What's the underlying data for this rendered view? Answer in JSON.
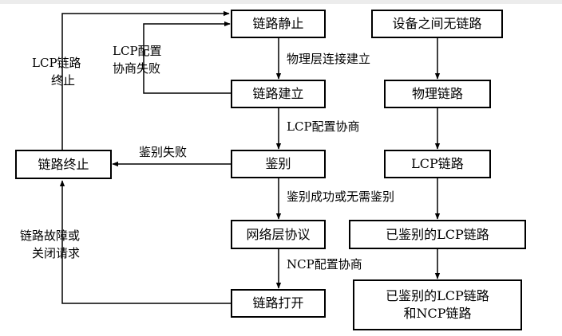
{
  "nodes": {
    "link_dead": "链路静止",
    "link_established": "链路建立",
    "authenticate": "鉴别",
    "network_protocol": "网络层协议",
    "link_open": "链路打开",
    "link_terminate": "链路终止",
    "no_link": "设备之间无链路",
    "physical_link": "物理链路",
    "lcp_link": "LCP链路",
    "auth_lcp_link": "已鉴别的LCP链路",
    "auth_lcp_ncp_line1": "已鉴别的LCP链路",
    "auth_lcp_ncp_line2": "和NCP链路"
  },
  "edges": {
    "physical_up": "物理层连接建立",
    "lcp_config": "LCP配置协商",
    "auth_ok": "鉴别成功或无需鉴别",
    "ncp_config": "NCP配置协商",
    "auth_fail": "鉴别失败",
    "lcp_fail_line1": "LCP配置",
    "lcp_fail_line2": "协商失败",
    "lcp_term_line1": "LCP链路",
    "lcp_term_line2": "终止",
    "fail_close_line1": "链路故障或",
    "fail_close_line2": "关闭请求"
  }
}
